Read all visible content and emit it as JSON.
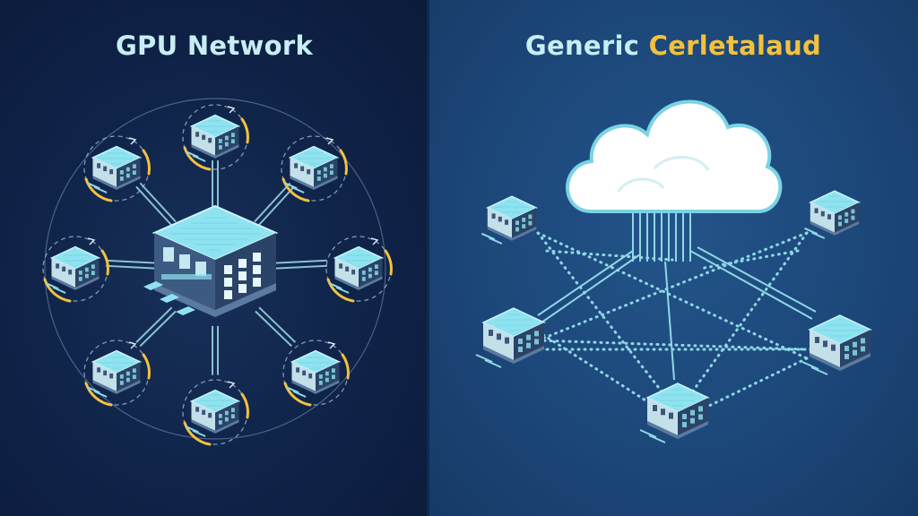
{
  "left_panel": {
    "title": "GPU Network"
  },
  "right_panel": {
    "title_prefix": "Generic",
    "title_accent": "Cerletalaud"
  },
  "colors": {
    "left_background": "#0f2247",
    "right_background": "#1c4779",
    "title_text": "#c7eef2",
    "title_accent": "#f3c13d",
    "node_top": "#8fe3f0",
    "node_side": "#2b4366",
    "link_line": "#9fdbe8",
    "rotation_arc": "#f3c13d",
    "cloud_fill": "#ffffff",
    "cloud_outline": "#7ad3e3"
  },
  "icons": [
    "server-icon",
    "cloud-icon"
  ]
}
